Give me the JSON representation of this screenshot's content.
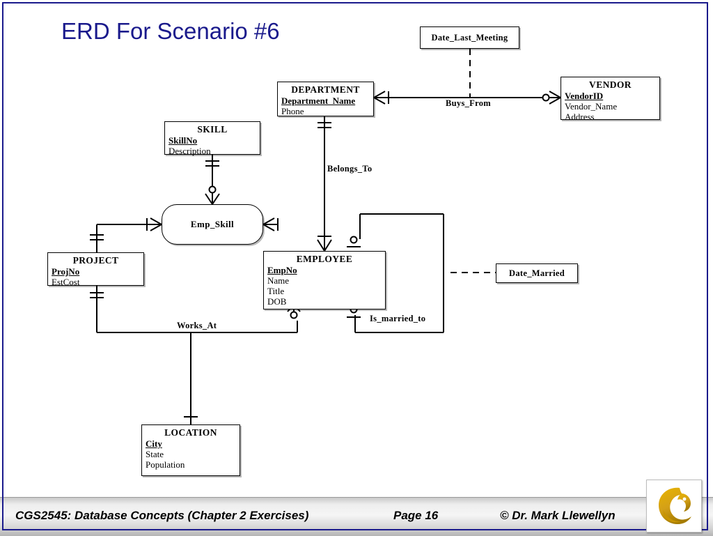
{
  "slide": {
    "title": "ERD For Scenario #6",
    "title_color": "#1a1a8c",
    "background": "#ffffff"
  },
  "entities": [
    {
      "id": "department",
      "name": "DEPARTMENT",
      "attributes": [
        {
          "label": "Department_Name",
          "key": true
        },
        {
          "label": "Phone",
          "key": false
        }
      ]
    },
    {
      "id": "vendor",
      "name": "VENDOR",
      "attributes": [
        {
          "label": "VendorID",
          "key": true
        },
        {
          "label": "Vendor_Name",
          "key": false
        },
        {
          "label": "Address",
          "key": false
        }
      ]
    },
    {
      "id": "skill",
      "name": "SKILL",
      "attributes": [
        {
          "label": "SkillNo",
          "key": true
        },
        {
          "label": "Description",
          "key": false
        }
      ]
    },
    {
      "id": "project",
      "name": "PROJECT",
      "attributes": [
        {
          "label": "ProjNo",
          "key": true
        },
        {
          "label": "EstCost",
          "key": false
        }
      ]
    },
    {
      "id": "employee",
      "name": "EMPLOYEE",
      "attributes": [
        {
          "label": "EmpNo",
          "key": true
        },
        {
          "label": "Name",
          "key": false
        },
        {
          "label": "Title",
          "key": false
        },
        {
          "label": "DOB",
          "key": false
        }
      ]
    },
    {
      "id": "location",
      "name": "LOCATION",
      "attributes": [
        {
          "label": "City",
          "key": true
        },
        {
          "label": "State",
          "key": false
        },
        {
          "label": "Population",
          "key": false
        }
      ]
    }
  ],
  "associative_entities": [
    {
      "id": "emp_skill",
      "name": "Emp_Skill"
    }
  ],
  "attribute_boxes": [
    {
      "id": "date_last_meeting",
      "name": "Date_Last_Meeting"
    },
    {
      "id": "date_married",
      "name": "Date_Married"
    }
  ],
  "relationships": [
    {
      "id": "buys_from",
      "label": "Buys_From",
      "from": "DEPARTMENT",
      "to": "VENDOR"
    },
    {
      "id": "belongs_to",
      "label": "Belongs_To",
      "from": "DEPARTMENT",
      "to": "EMPLOYEE"
    },
    {
      "id": "works_at",
      "label": "Works_At",
      "from": "PROJECT",
      "to": "LOCATION"
    },
    {
      "id": "is_married_to",
      "label": "Is_married_to",
      "from": "EMPLOYEE",
      "to": "EMPLOYEE"
    }
  ],
  "footer": {
    "course": "CGS2545: Database Concepts  (Chapter 2 Exercises)",
    "page": "Page 16",
    "copyright": "© Dr. Mark Llewellyn",
    "logo": "ucf-pegasus-logo"
  }
}
